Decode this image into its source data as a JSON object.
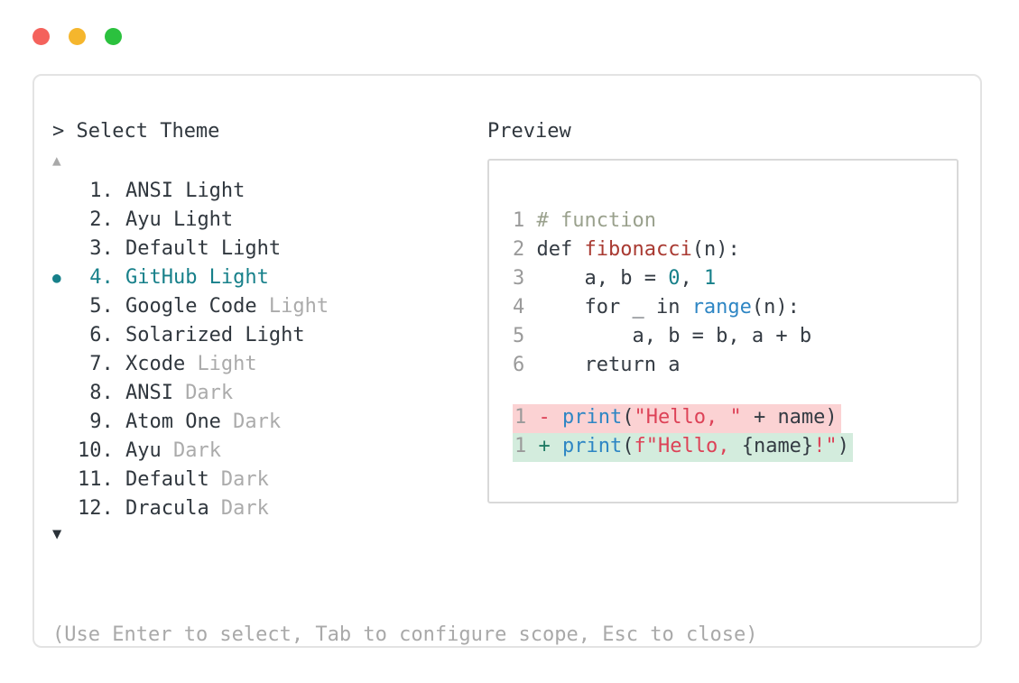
{
  "colors": {
    "traffic_red": "#f4625c",
    "traffic_yellow": "#f5b62d",
    "traffic_green": "#2bc13e",
    "accent_teal": "#17808a",
    "text_dark": "#30373e",
    "text_muted": "#ababab",
    "line_number_gray": "#9a9a9a",
    "comment_sage": "#9aa18d",
    "function_red": "#a93a32",
    "literal_teal": "#17808a",
    "call_blue": "#2e86c4",
    "string_crimson": "#dd4257",
    "diff_plus_green": "#1f7a63",
    "diff_removed_bg": "#fbd2d3",
    "diff_added_bg": "#d3ecdd",
    "window_border": "#e3e3e3",
    "preview_border": "#d9d9d9"
  },
  "theme_picker": {
    "prompt": ">",
    "title": "Select Theme",
    "scroll_up": "▲",
    "scroll_down": "▼",
    "selected_item": "4. GitHub Light",
    "items": [
      {
        "num": "1.",
        "main": "ANSI Light",
        "muted": ""
      },
      {
        "num": "2.",
        "main": "Ayu Light",
        "muted": ""
      },
      {
        "num": "3.",
        "main": "Default Light",
        "muted": ""
      },
      {
        "num": "4.",
        "main": "GitHub Light",
        "muted": "",
        "bullet": "●",
        "selected": true
      },
      {
        "num": "5.",
        "main": "Google Code",
        "muted": "Light"
      },
      {
        "num": "6.",
        "main": "Solarized Light",
        "muted": ""
      },
      {
        "num": "7.",
        "main": "Xcode",
        "muted": "Light"
      },
      {
        "num": "8.",
        "main": "ANSI",
        "muted": "Dark"
      },
      {
        "num": "9.",
        "main": "Atom One",
        "muted": "Dark"
      },
      {
        "num": "10.",
        "main": "Ayu",
        "muted": "Dark"
      },
      {
        "num": "11.",
        "main": "Default",
        "muted": "Dark"
      },
      {
        "num": "12.",
        "main": "Dracula",
        "muted": "Dark"
      }
    ]
  },
  "preview": {
    "label": "Preview",
    "lines": [
      {
        "segments": [
          [
            "ln",
            "1 "
          ],
          [
            "cm",
            "# function"
          ]
        ]
      },
      {
        "segments": [
          [
            "ln",
            "2 "
          ],
          [
            "df",
            "def "
          ],
          [
            "fn",
            "fibonacci"
          ],
          [
            "df",
            "(n):"
          ]
        ]
      },
      {
        "segments": [
          [
            "ln",
            "3 "
          ],
          [
            "df",
            "    a, b = "
          ],
          [
            "nm",
            "0"
          ],
          [
            "df",
            ", "
          ],
          [
            "nm",
            "1"
          ]
        ]
      },
      {
        "segments": [
          [
            "ln",
            "4 "
          ],
          [
            "df",
            "    for _ in "
          ],
          [
            "bl",
            "range"
          ],
          [
            "df",
            "(n):"
          ]
        ]
      },
      {
        "segments": [
          [
            "ln",
            "5 "
          ],
          [
            "df",
            "        a, b = b, a + b"
          ]
        ]
      },
      {
        "segments": [
          [
            "ln",
            "6 "
          ],
          [
            "df",
            "    return a"
          ]
        ]
      },
      {
        "segments": []
      },
      {
        "bg": "del",
        "segments": [
          [
            "ln",
            "1 "
          ],
          [
            "mi",
            "- "
          ],
          [
            "bl",
            "print"
          ],
          [
            "df",
            "("
          ],
          [
            "st",
            "\"Hello, \""
          ],
          [
            "df",
            " + name)"
          ]
        ]
      },
      {
        "bg": "add",
        "segments": [
          [
            "ln",
            "1 "
          ],
          [
            "pl",
            "+ "
          ],
          [
            "bl",
            "print"
          ],
          [
            "df",
            "("
          ],
          [
            "st",
            "f\"Hello, "
          ],
          [
            "df",
            "{name}"
          ],
          [
            "st",
            "!\""
          ],
          [
            "df",
            ")"
          ]
        ]
      }
    ]
  },
  "footer": {
    "hint": "(Use Enter to select, Tab to configure scope, Esc to close)"
  }
}
